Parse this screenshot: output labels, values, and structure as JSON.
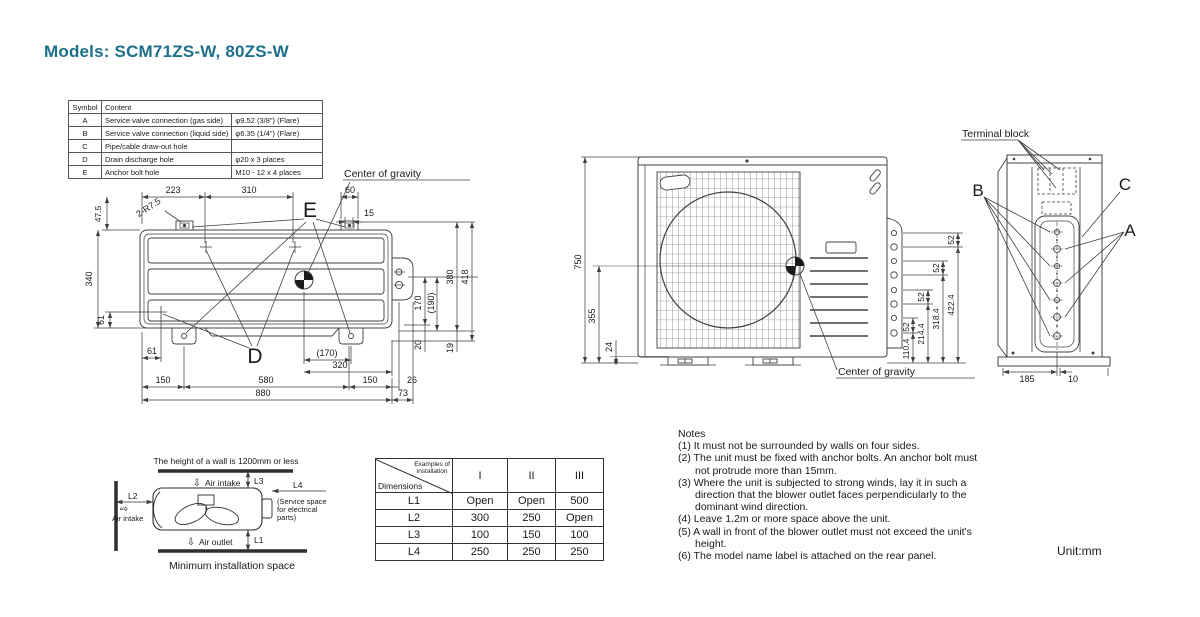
{
  "title": "Models: SCM71ZS-W, 80ZS-W",
  "unit_note": "Unit:mm",
  "colors": {
    "accent": "#1e6f8a",
    "line": "#404040"
  },
  "symbol_table": {
    "col_symbol": "Symbol",
    "col_content": "Content",
    "rows": [
      {
        "symbol": "A",
        "content": "Service valve connection (gas side)",
        "spec": "φ9.52 (3/8\") (Flare)"
      },
      {
        "symbol": "B",
        "content": "Service valve connection (liquid side)",
        "spec": "φ6.35 (1/4\") (Flare)"
      },
      {
        "symbol": "C",
        "content": "Pipe/cable draw-out hole",
        "spec": ""
      },
      {
        "symbol": "D",
        "content": "Drain discharge hole",
        "spec": "φ20 x 3 places"
      },
      {
        "symbol": "E",
        "content": "Anchor bolt hole",
        "spec": "M10 - 12 x 4 places"
      }
    ]
  },
  "top_view": {
    "center_of_gravity": "Center of gravity",
    "corner_radius_label": "2-R7.5",
    "label_e": "E",
    "label_d": "D",
    "dim_223": "223",
    "dim_310": "310",
    "dim_60": "60",
    "dim_15": "15",
    "dim_47_5": "47.5",
    "dim_340": "340",
    "dim_61_side": "61",
    "dim_61_bottom": "61",
    "dim_150_left": "150",
    "dim_580": "580",
    "dim_150_right": "150",
    "dim_26": "26",
    "dim_880": "880",
    "dim_73": "73",
    "dim_170_paren": "(170)",
    "dim_320": "320",
    "dim_170": "170",
    "dim_190_paren": "(190)",
    "dim_380": "380",
    "dim_418": "418",
    "dim_20": "20",
    "dim_19": "19"
  },
  "front_view": {
    "center_of_gravity": "Center of gravity",
    "dim_750": "750",
    "dim_355": "355",
    "dim_24": "24",
    "dim_52_1": "52",
    "dim_52_2": "52",
    "dim_52_3": "52",
    "dim_52_4": "52",
    "dim_110_4": "110.4",
    "dim_214_4": "214.4",
    "dim_318_4": "318.4",
    "dim_422_4": "422.4"
  },
  "side_view": {
    "terminal_block": "Terminal block",
    "label_a": "A",
    "label_b": "B",
    "label_c": "C",
    "dim_185": "185",
    "dim_10": "10"
  },
  "install_diagram": {
    "wall_height_note": "The height of a wall is 1200mm or less",
    "air_intake_top": "Air intake",
    "air_intake_left": "Air intake",
    "air_outlet": "Air outlet",
    "label_l1": "L1",
    "label_l2": "L2",
    "label_l3": "L3",
    "label_l4": "L4",
    "service_space_1": "(Service space",
    "service_space_2": "for electrical",
    "service_space_3": "parts)",
    "arrow_down": "⇩",
    "arrow_right": "⇨",
    "caption": "Minimum installation space"
  },
  "install_table": {
    "corner_top_1": "Examples of",
    "corner_top_2": "installation",
    "corner_bottom": "Dimensions",
    "columns": [
      "I",
      "II",
      "III"
    ],
    "rows": [
      {
        "label": "L1",
        "values": [
          "Open",
          "Open",
          "500"
        ]
      },
      {
        "label": "L2",
        "values": [
          "300",
          "250",
          "Open"
        ]
      },
      {
        "label": "L3",
        "values": [
          "100",
          "150",
          "100"
        ]
      },
      {
        "label": "L4",
        "values": [
          "250",
          "250",
          "250"
        ]
      }
    ]
  },
  "notes": {
    "heading": "Notes",
    "items": [
      "(1) It must not be surrounded by walls on four sides.",
      "(2) The unit must be fixed with anchor bolts. An anchor bolt must not protrude more than 15mm.",
      "(3) Where the unit is subjected to strong winds, lay it in such a direction that the blower outlet faces perpendicularly to the dominant wind direction.",
      "(4) Leave 1.2m or more space above the unit.",
      "(5) A wall in front of the blower outlet must not exceed the unit's height.",
      "(6) The model name label is attached on the rear panel."
    ]
  }
}
